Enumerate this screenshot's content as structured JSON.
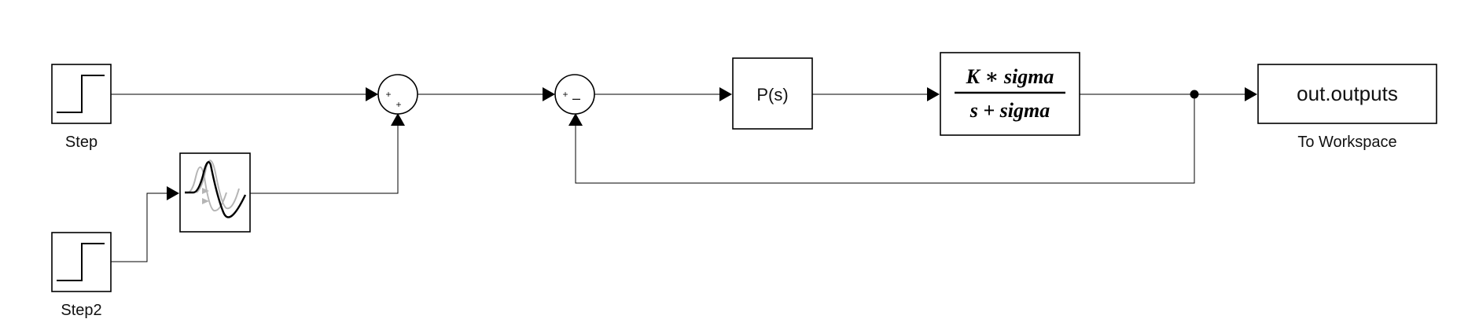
{
  "diagram": {
    "step_block": {
      "label": "Step"
    },
    "step2_block": {
      "label": "Step2"
    },
    "sum_add": {
      "sign_top": "+",
      "sign_bottom": "+"
    },
    "sum_sub": {
      "sign_top": "+",
      "sign_bottom": "–"
    },
    "plant_block": {
      "text": "P(s)"
    },
    "filter_block": {
      "numerator": "K ∗ sigma",
      "denominator": "s + sigma"
    },
    "workspace_block": {
      "text": "out.outputs",
      "label": "To Workspace"
    }
  }
}
